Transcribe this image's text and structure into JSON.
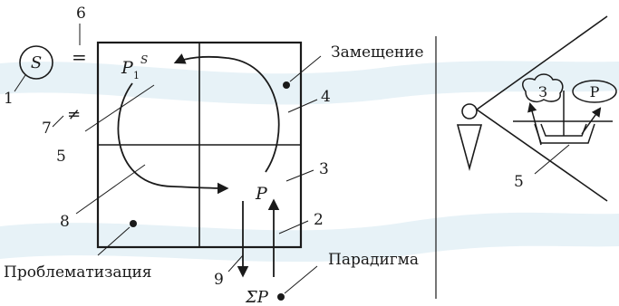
{
  "numbers": {
    "n1": "1",
    "n2": "2",
    "n3": "3",
    "n4": "4",
    "n5": "5",
    "n6": "6",
    "n7": "7",
    "n8": "8",
    "n9": "9",
    "n5_right": "5"
  },
  "symbols": {
    "S_circle": "S",
    "equals": "=",
    "not_equal": "≠",
    "P1": "P",
    "P1_sub": "1",
    "P1_sup": "S",
    "P": "P",
    "sum": "ΣP"
  },
  "labels": {
    "zameshchenie": "Замещение",
    "paradigma": "Парадигма",
    "problematizatsiya": "Проблематизация"
  },
  "right_panel": {
    "cloud_label": "З",
    "oval_label": "Р"
  },
  "colors": {
    "ink": "#1a1a1a",
    "background_band": "#e7f2f7"
  }
}
